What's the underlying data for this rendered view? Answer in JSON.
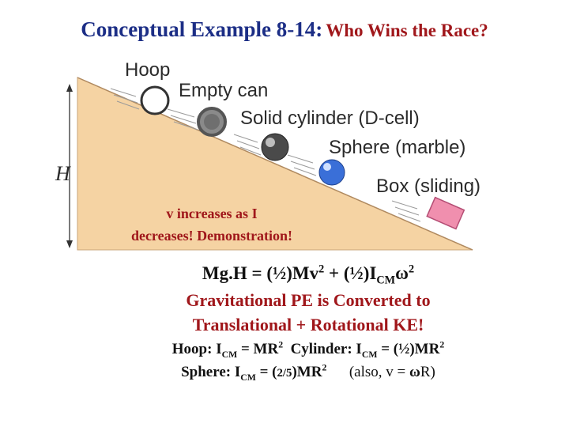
{
  "slide": {
    "title_prefix": "Conceptual Example 8-14:",
    "title_main": "Who Wins the Race?"
  },
  "figure": {
    "labels": {
      "hoop": "Hoop",
      "empty_can": "Empty can",
      "solid_cylinder": "Solid cylinder (D-cell)",
      "sphere": "Sphere (marble)",
      "box": "Box (sliding)",
      "height": "H"
    },
    "note_line1": "v increases as I",
    "note_line2": "decreases! Demonstration!",
    "colors": {
      "ramp": "#f5d3a3",
      "ramp_edge": "#c9a47a",
      "box": "#f08fae",
      "sphere": "#3a6fd8",
      "cylinder": "#555555",
      "title_blue": "#1c2e86",
      "accent_red": "#a0171b"
    }
  },
  "equation": {
    "lhs": "Mg.H = (½)Mv",
    "exp1": "2",
    "mid": " + (½)I",
    "sub_cm": "CM",
    "omega": "ω",
    "exp2": "2"
  },
  "statement": {
    "line1": "Gravitational PE is Converted to",
    "line2": "Translational + Rotational KE!"
  },
  "moments": {
    "hoop_label": "Hoop: I",
    "cm": "CM",
    "hoop_val": " = MR",
    "sq": "2",
    "cyl_label": "Cylinder: I",
    "cyl_val": " = (½)MR",
    "sphere_label": "Sphere: I",
    "sphere_val_a": " = (",
    "sphere_frac": "2/5",
    "sphere_val_b": ")MR",
    "also": "(also, v = ",
    "omega": "ω",
    "also_end": "R)"
  }
}
